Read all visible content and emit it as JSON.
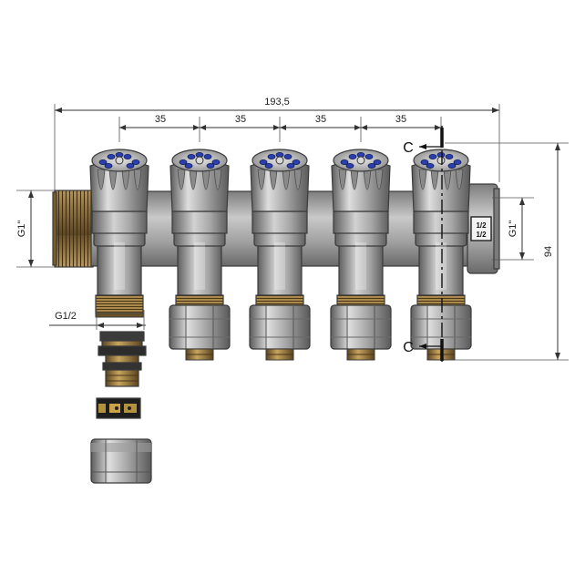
{
  "dimensions": {
    "overall_width": "193,5",
    "spacing": [
      "35",
      "35",
      "35",
      "35"
    ],
    "height": "94",
    "left_thread": "G1\"",
    "right_thread": "G1\"",
    "outlet_thread": "G1/2"
  },
  "section_labels": [
    "C",
    "C"
  ],
  "colors": {
    "body": "#a2a2a2",
    "brass": "#9b7a3c",
    "cap_blue": "#2a3fb0",
    "outline": "#3a3a3a"
  }
}
